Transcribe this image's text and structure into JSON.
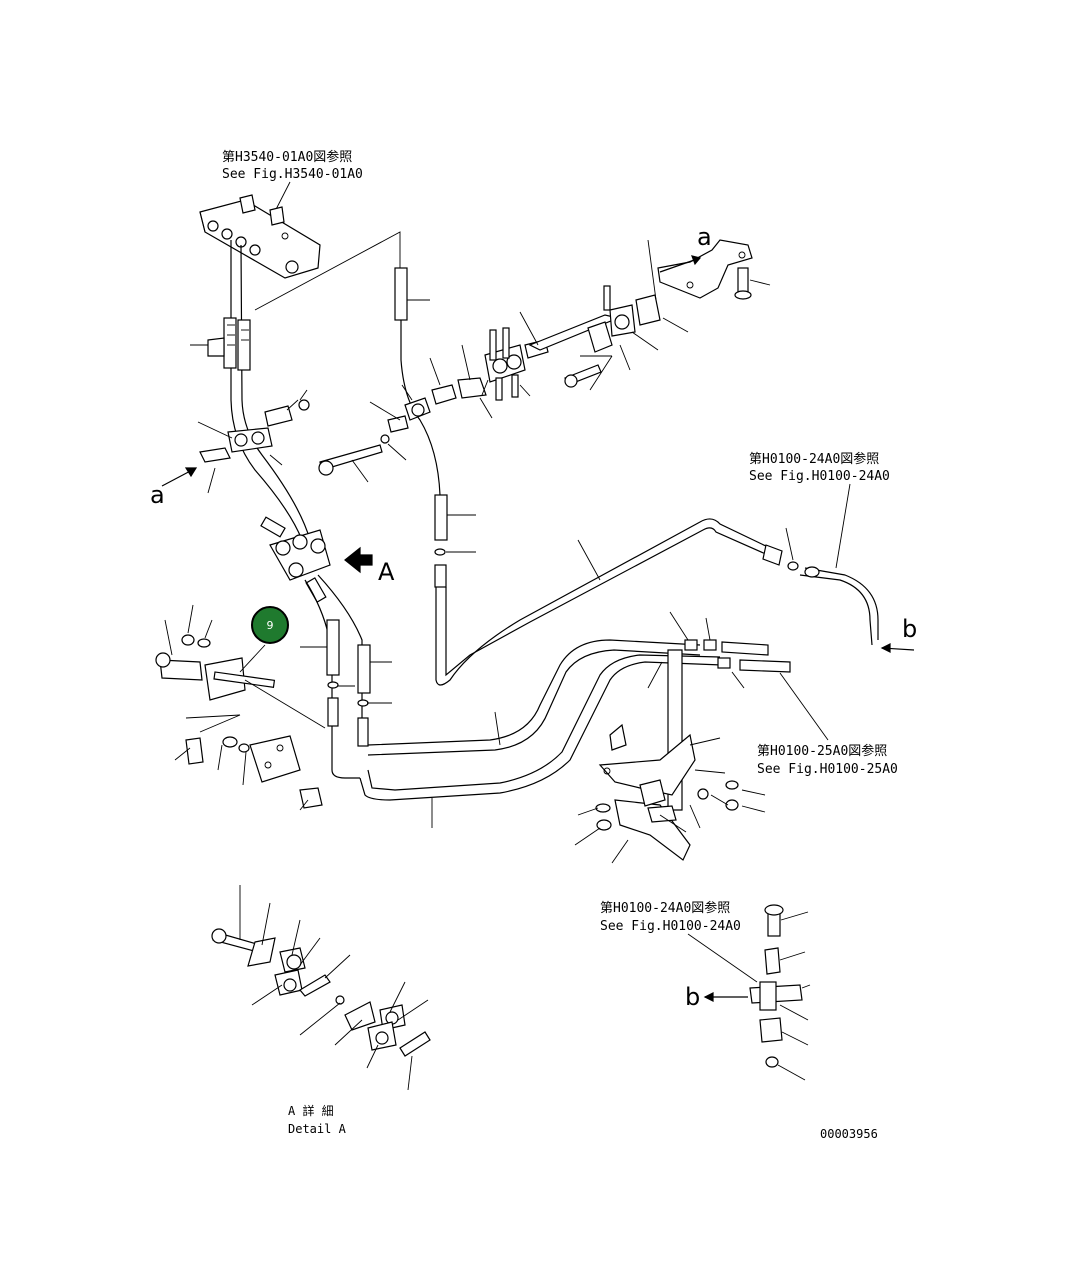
{
  "references": [
    {
      "jp": "第H3540-01A0図参照",
      "en": "See Fig.H3540-01A0"
    },
    {
      "jp": "第H0100-24A0図参照",
      "en": "See Fig.H0100-24A0"
    },
    {
      "jp": "第H0100-25A0図参照",
      "en": "See Fig.H0100-25A0"
    },
    {
      "jp": "第H0100-24A0図参照",
      "en": "See Fig.H0100-24A0"
    }
  ],
  "letters": {
    "a_top": "a",
    "a_left": "a",
    "A_view": "A",
    "b_right": "b",
    "b_lower": "b"
  },
  "marker": {
    "number": "9",
    "color": "#1f7a2e"
  },
  "detail": {
    "jp": "A 詳 細",
    "en": "Detail A"
  },
  "drawing_number": "00003956"
}
